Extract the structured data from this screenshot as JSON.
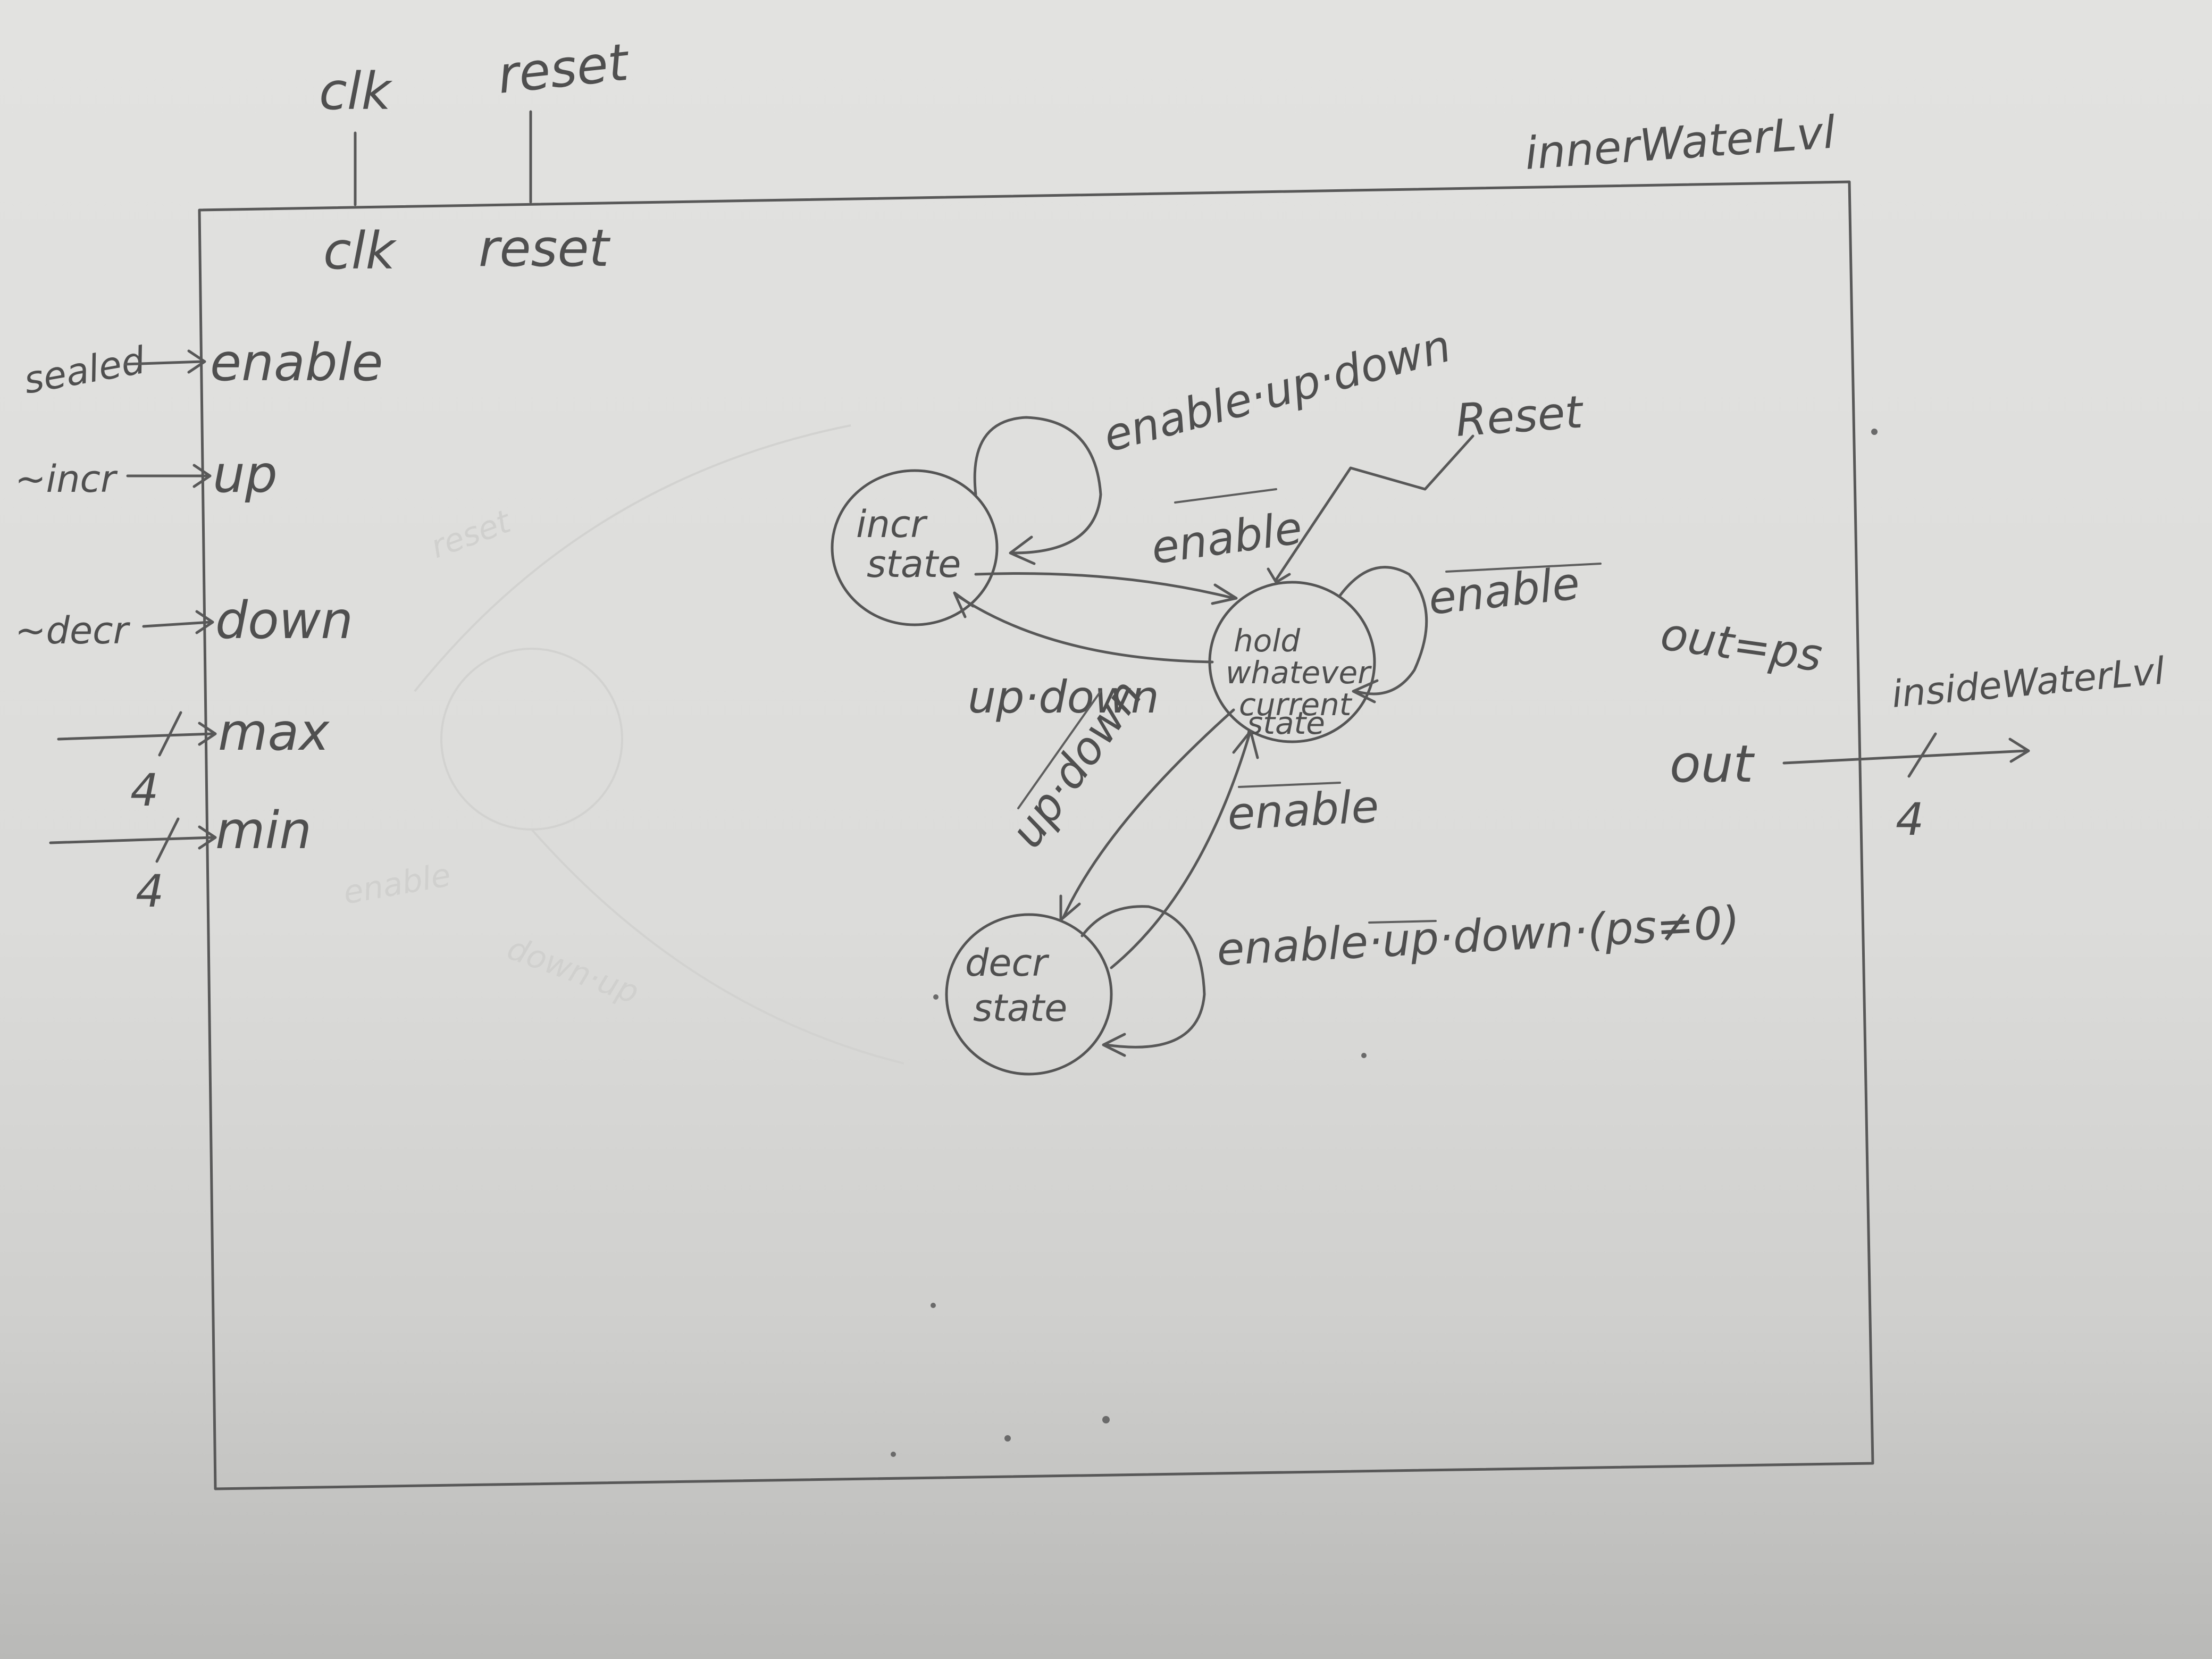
{
  "module": {
    "name": "innerWaterLvl"
  },
  "external_signals": {
    "top": [
      "clk",
      "reset"
    ],
    "left": [
      "sealed",
      "~incr",
      "~decr"
    ],
    "right": "insideWaterLvl"
  },
  "ports": {
    "top": [
      "clk",
      "reset"
    ],
    "left": [
      "enable",
      "up",
      "down",
      "max",
      "min"
    ],
    "right": "out"
  },
  "bus_widths": {
    "max": "4",
    "min": "4",
    "out": "4"
  },
  "states": {
    "incr": [
      "incr",
      "state"
    ],
    "hold": [
      "hold",
      "whatever",
      "current",
      "state"
    ],
    "decr": [
      "decr",
      "state"
    ]
  },
  "transitions": {
    "incr_self": "enable·up·down",
    "reset": "Reset",
    "hold_to_incr": "enable",
    "hold_self": "enable",
    "incr_to_hold": "up·down",
    "hold_to_decr": "up·down",
    "decr_to_hold": "enable",
    "decr_self": "enable·up·down·(ps≠0)"
  },
  "output_equation": "out=ps",
  "colors": {
    "paper": "#dcdcda",
    "pencil": "#585858"
  }
}
